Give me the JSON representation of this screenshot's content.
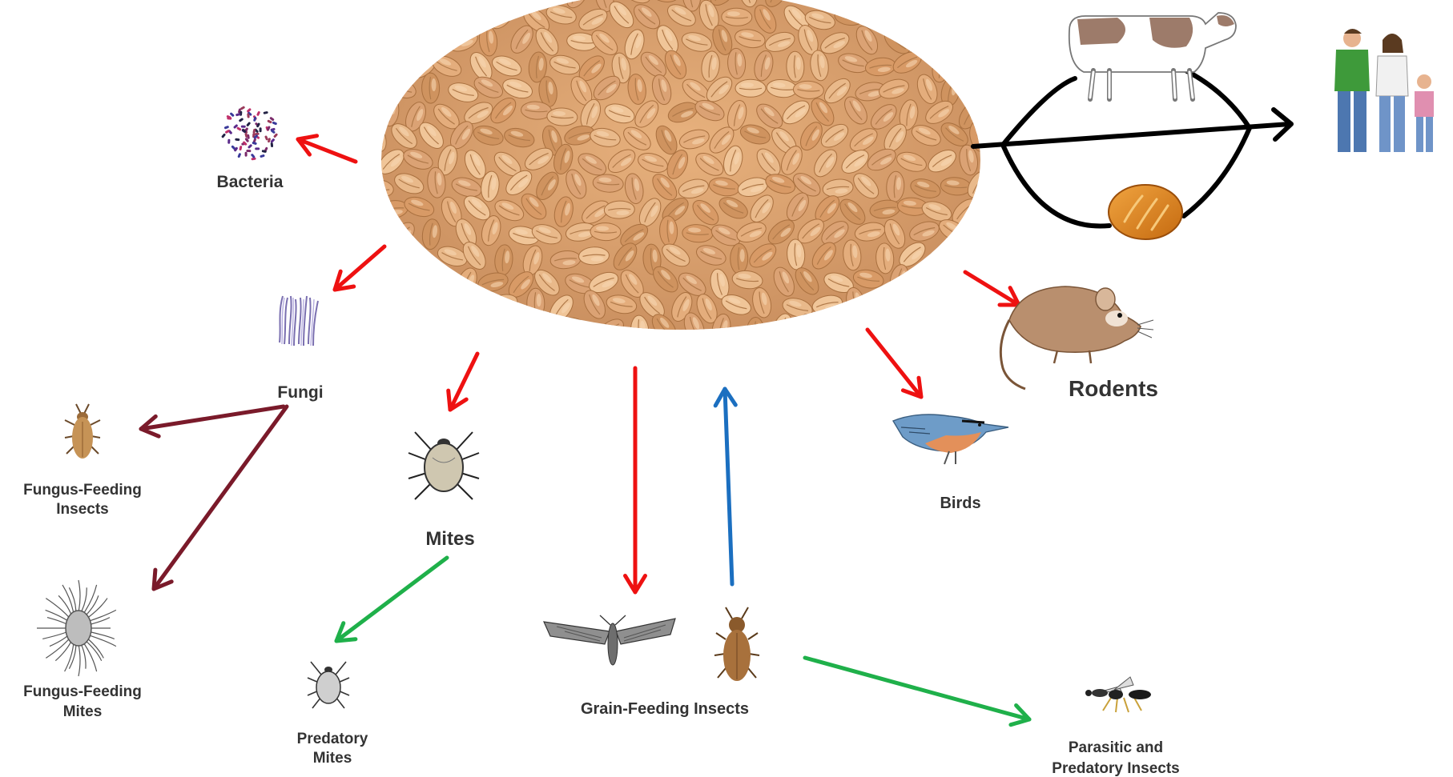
{
  "labels": {
    "bacteria": "Bacteria",
    "fungi": "Fungi",
    "fungus_insects_1": "Fungus-Feeding",
    "fungus_insects_2": "Insects",
    "fungus_mites_1": "Fungus-Feeding",
    "fungus_mites_2": "Mites",
    "mites": "Mites",
    "predatory_mites_1": "Predatory",
    "predatory_mites_2": "Mites",
    "grain_insects": "Grain-Feeding Insects",
    "parasitic_1": "Parasitic and",
    "parasitic_2": "Predatory Insects",
    "birds": "Birds",
    "rodents": "Rodents"
  },
  "arrow_colors": {
    "consumption": "#ee1111",
    "fungal": "#7a1a2a",
    "predation": "#1fb04a",
    "return": "#1b6fc0",
    "human_use": "#000000"
  },
  "icons": {
    "center": "wheat-grain-pile",
    "bacteria": "bacteria-cluster-icon",
    "fungi": "fungal-hyphae-icon",
    "fungus_insect": "beetle-icon",
    "fungus_mite": "hairy-mite-icon",
    "mite": "mite-icon",
    "predatory_mite": "mite-icon",
    "moth": "moth-icon",
    "grain_beetle": "beetle-icon",
    "wasp": "wasp-icon",
    "bird": "nuthatch-icon",
    "rodent": "mouse-icon",
    "cow": "cow-icon",
    "bread": "bread-loaf-icon",
    "family": "family-icon"
  }
}
